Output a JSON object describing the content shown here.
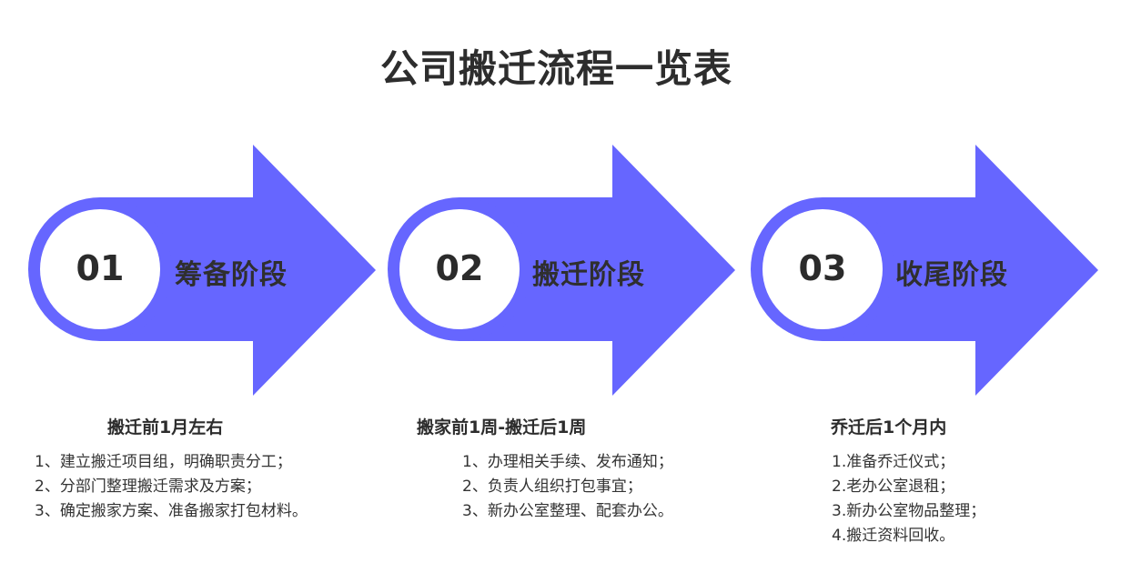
{
  "title": "公司搬迁流程一览表",
  "colors": {
    "accent": "#6666ff",
    "circle_fill": "#ffffff",
    "text": "#333333"
  },
  "stages": [
    {
      "number": "01",
      "name": "筹备阶段",
      "period": "搬迁前1月左右",
      "items": [
        "1、建立搬迁项目组，明确职责分工；",
        "2、分部门整理搬迁需求及方案；",
        "3、确定搬家方案、准备搬家打包材料。"
      ]
    },
    {
      "number": "02",
      "name": "搬迁阶段",
      "period": "搬家前1周-搬迁后1周",
      "items": [
        "1、办理相关手续、发布通知；",
        "2、负责人组织打包事宜；",
        "3、新办公室整理、配套办公。"
      ]
    },
    {
      "number": "03",
      "name": "收尾阶段",
      "period": "乔迁后1个月内",
      "items": [
        "1.准备乔迁仪式；",
        "2.老办公室退租；",
        "3.新办公室物品整理；",
        "4.搬迁资料回收。"
      ]
    }
  ]
}
